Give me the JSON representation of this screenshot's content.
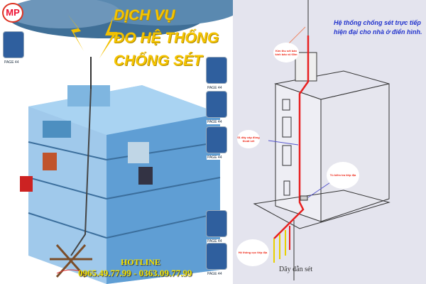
{
  "logo": {
    "text": "MP"
  },
  "headline": {
    "line1": "DỊCH VỤ",
    "line2": "ĐO HỆ THỐNG",
    "line3": "CHỐNG SÉT"
  },
  "hotline": {
    "label": "HOTLINE",
    "numbers": "0965.49.77.99 - 0363.09.77.99"
  },
  "page_labels": [
    "PAGE 44",
    "PAGE 44",
    "PAGE 44",
    "PAGE 44",
    "PAGE 44",
    "PAGE 44"
  ],
  "diagram": {
    "title_line1": "Hệ thống chống sét  trực tiếp",
    "title_line2": "hiện đại cho nhà ở điển hình.",
    "label_rod": "Kim thu sét bán kính bảo vệ 60m",
    "label_cable": "01 dây cáp đồng thoát sét",
    "label_box": "Tủ kiểm tra tiếp địa",
    "label_ground": "Hệ thống cọc tiếp địa",
    "caption": "Dây dẫn sét"
  },
  "colors": {
    "headline": "#f5c400",
    "hotline": "#f2e200",
    "wire": "#e82020",
    "title": "#2233cc"
  }
}
